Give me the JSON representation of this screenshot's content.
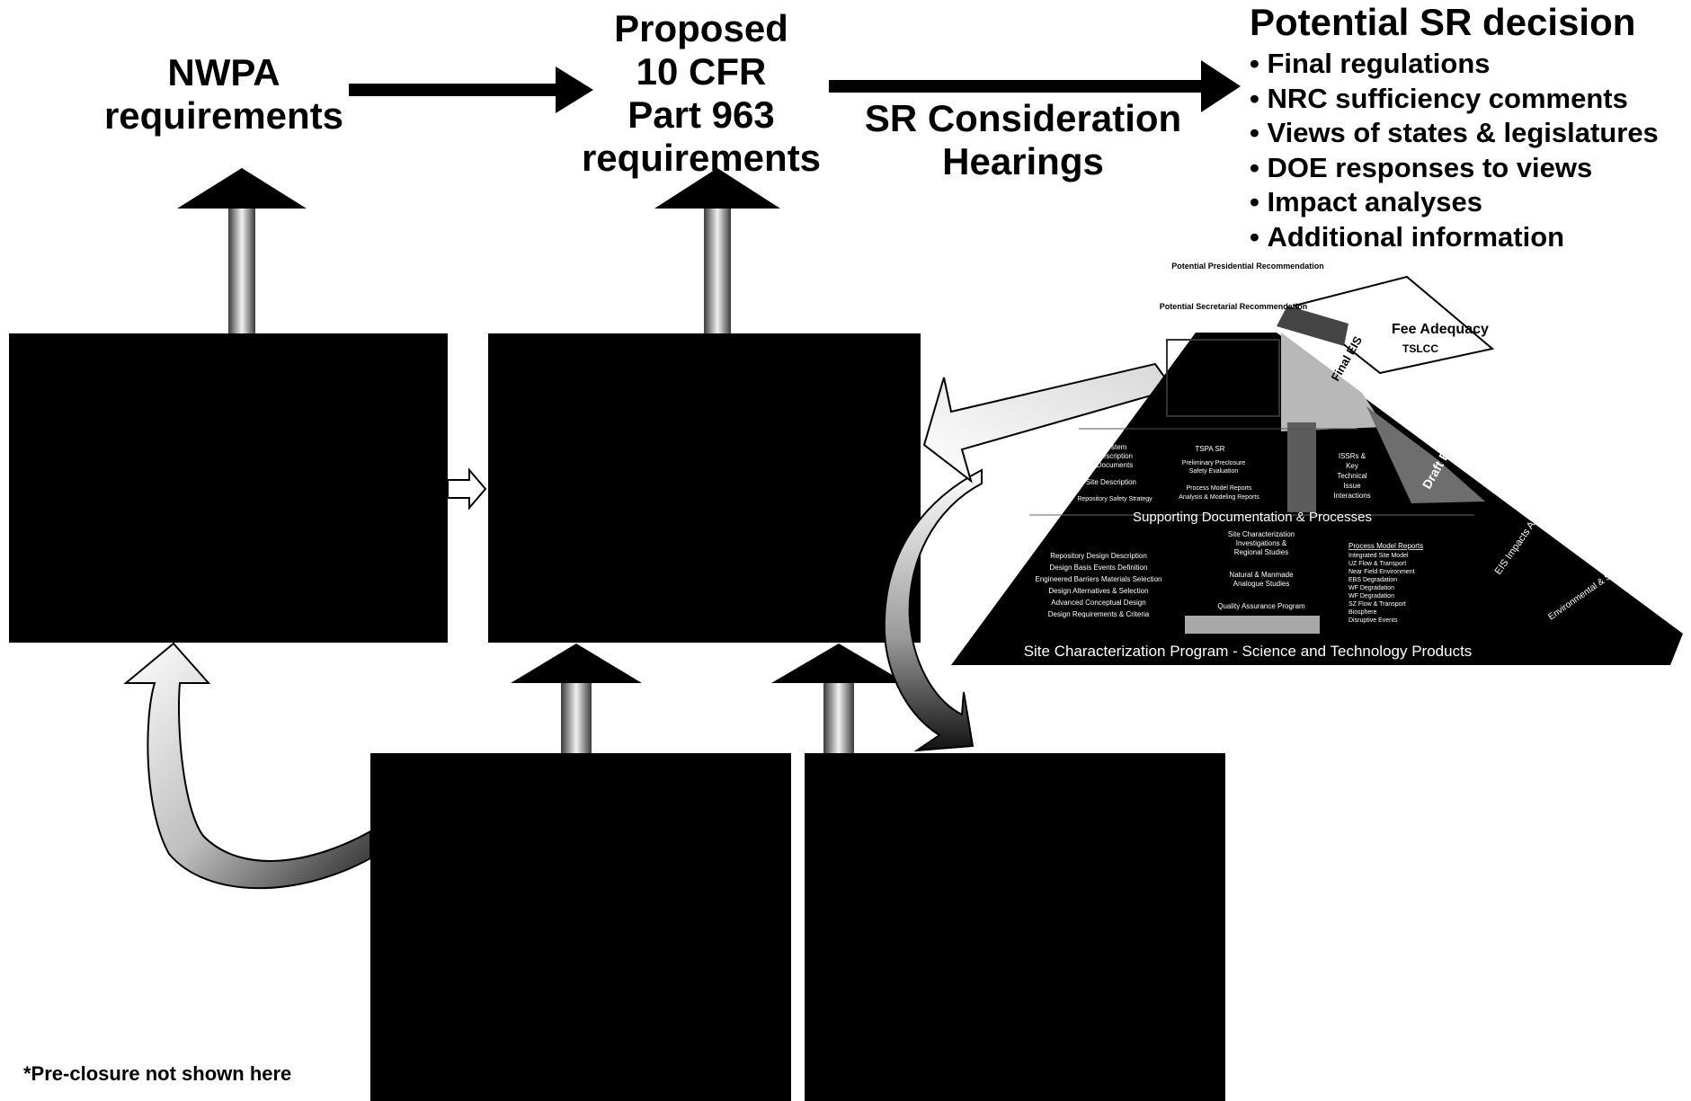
{
  "headings": {
    "nwpa": "NWPA\nrequirements",
    "proposed": "Proposed\n10 CFR\nPart 963\nrequirements",
    "hearings": "SR Consideration\nHearings"
  },
  "decision": {
    "title": "Potential SR decision",
    "items": [
      "Final regulations",
      "NRC sufficiency comments",
      "Views of states & legislatures",
      "DOE responses to views",
      "Impact analyses",
      "Additional information"
    ]
  },
  "pyramid": {
    "top": {
      "presidential": "Potential Presidential Recommendation",
      "secretarial": "Potential Secretarial Recommendation"
    },
    "fee": {
      "adequacy": "Fee Adequacy",
      "tslcc": "TSLCC"
    },
    "diag_labels": {
      "final_eis": "Final EIS",
      "draft_eis": "Draft EIS",
      "eis_impacts": "EIS Impacts Analyses & Public Scoping",
      "env_data": "Environmental & Socioeconomic Data"
    },
    "middle": {
      "system_docs": [
        "System",
        "Description",
        "Documents"
      ],
      "site_desc": "Site Description",
      "rss": "Repository Safety Strategy",
      "tspa": "TSPA SR",
      "prelim": [
        "Preliminary Preclosure",
        "Safety Evaluation"
      ],
      "pmr": [
        "Process Model Reports",
        "Analysis & Modeling Reports"
      ],
      "issr": [
        "ISSRs &",
        "Key",
        "Technical",
        "Issue",
        "Interactions"
      ]
    },
    "band_label": "Supporting Documentation & Processes",
    "design": [
      "Repository Design Description",
      "Design Basis Events Definition",
      "Engineered Barriers Materials Selection",
      "Design Alternatives & Selection",
      "Advanced Conceptual Design",
      "Design Requirements & Criteria"
    ],
    "site_char": [
      "Site Characterization",
      "Investigations &",
      "Regional Studies"
    ],
    "natural": [
      "Natural & Manmade",
      "Analogue Studies"
    ],
    "qa": "Quality Assurance Program",
    "pmr_list": {
      "header": "Process Model Reports",
      "items": [
        "Integrated Site Model",
        "UZ Flow & Transport",
        "Near Field Environment",
        "EBS Degradation",
        "WF Degradation",
        "WF Degradation",
        "SZ Flow & Transport",
        "Biosphere",
        "Disruptive Events"
      ]
    },
    "base_label": "Site Characterization Program - Science and Technology Products"
  },
  "footnote": "*Pre-closure not shown here",
  "colors": {
    "box": "#000000",
    "background": "#ffffff",
    "text": "#000000"
  }
}
